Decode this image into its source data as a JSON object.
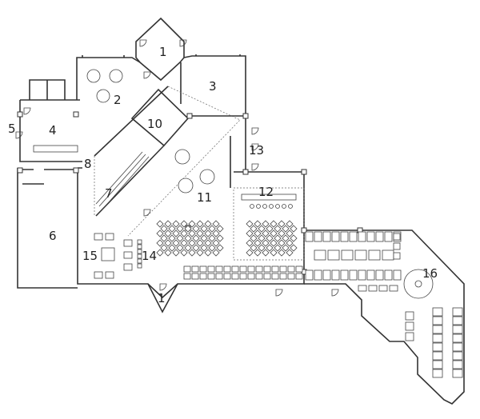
{
  "title": "Floor plan",
  "rooms": {
    "r1_top": {
      "label": "1"
    },
    "r1_bottom": {
      "label": "1"
    },
    "r2": {
      "label": "2"
    },
    "r3": {
      "label": "3"
    },
    "r4": {
      "label": "4"
    },
    "r5": {
      "label": "5"
    },
    "r6": {
      "label": "6"
    },
    "r7": {
      "label": "7"
    },
    "r8": {
      "label": "8"
    },
    "r10": {
      "label": "10"
    },
    "r11": {
      "label": "11"
    },
    "r12": {
      "label": "12"
    },
    "r13": {
      "label": "13"
    },
    "r14": {
      "label": "14"
    },
    "r15": {
      "label": "15"
    },
    "r16": {
      "label": "16"
    }
  },
  "colors": {
    "line": "#333333",
    "background": "#ffffff"
  }
}
